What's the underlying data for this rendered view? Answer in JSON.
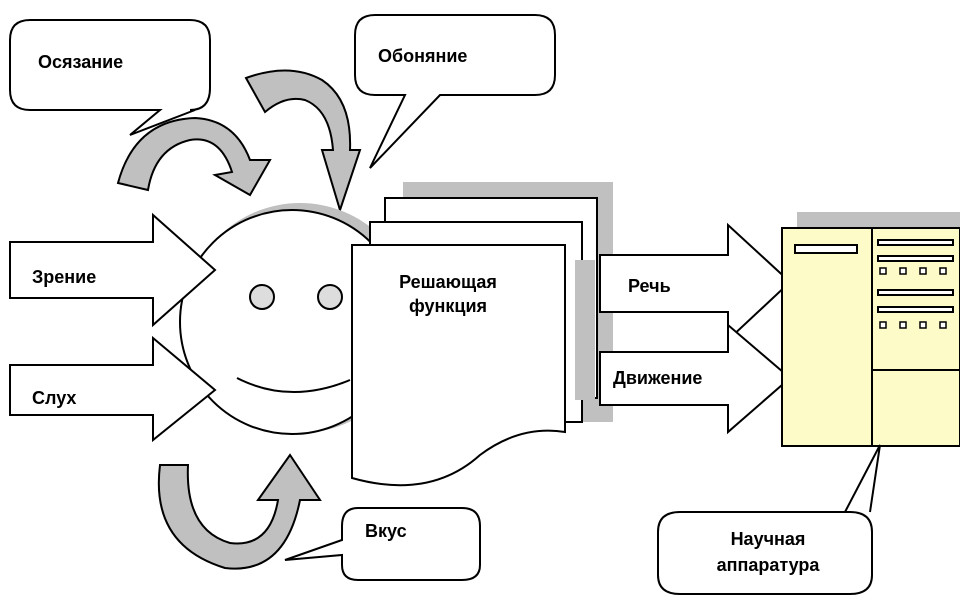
{
  "labels": {
    "osyazanie": "Осязание",
    "obonyanie": "Обоняние",
    "zrenie": "Зрение",
    "slukh": "Слух",
    "vkus": "Вкус",
    "reshayushchaya_1": "Решающая",
    "reshayushchaya_2": "функция",
    "rech": "Речь",
    "dvizhenie": "Движение",
    "apparatura_1": "Научная",
    "apparatura_2": "аппаратура"
  },
  "colors": {
    "shadow": "#c0c0c0",
    "equipment_fill": "#fdfbc8",
    "stroke": "#000000"
  }
}
